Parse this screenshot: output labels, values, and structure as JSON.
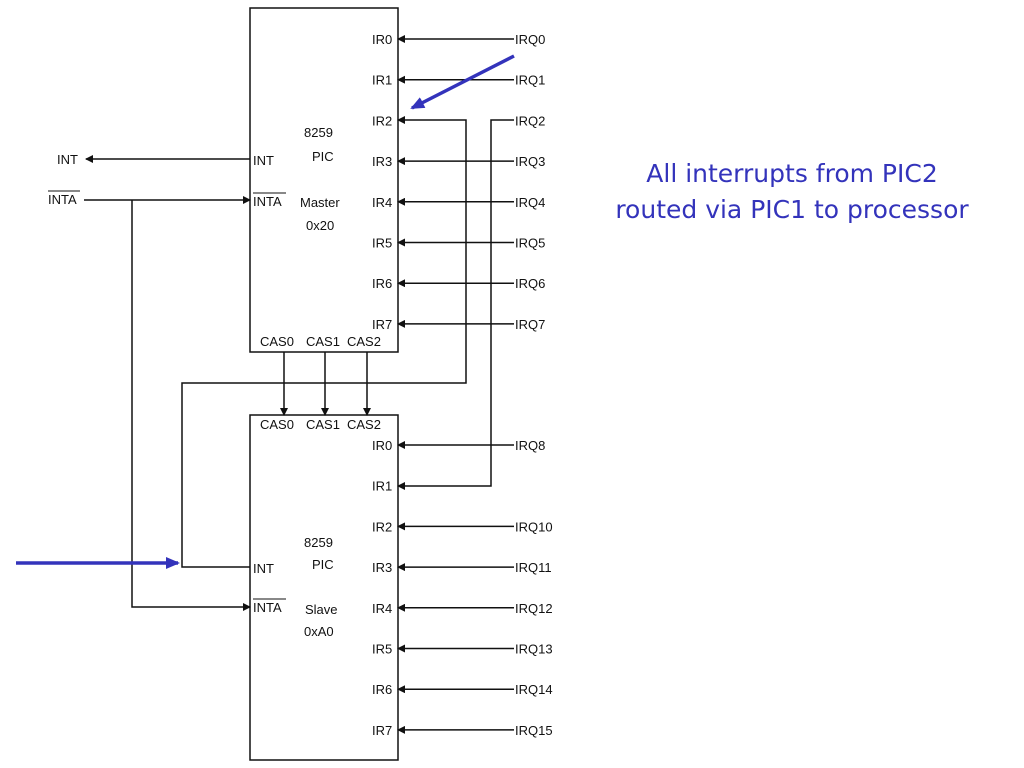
{
  "caption": {
    "line1": "All interrupts from PIC2",
    "line2": "routed via PIC1 to processor",
    "color": "#3333bb"
  },
  "cpu_signals": {
    "int": "INT",
    "inta": "INTA"
  },
  "master": {
    "chip": "8259",
    "type": "PIC",
    "role": "Master",
    "address": "0x20",
    "int_pin": "INT",
    "inta_pin": "INTA",
    "cas_pins": [
      "CAS0",
      "CAS1",
      "CAS2"
    ],
    "ir_pins": [
      "IR0",
      "IR1",
      "IR2",
      "IR3",
      "IR4",
      "IR5",
      "IR6",
      "IR7"
    ],
    "irq_lines": [
      "IRQ0",
      "IRQ1",
      "IRQ2",
      "IRQ3",
      "IRQ4",
      "IRQ5",
      "IRQ6",
      "IRQ7"
    ]
  },
  "slave": {
    "chip": "8259",
    "type": "PIC",
    "role": "Slave",
    "address": "0xA0",
    "int_pin": "INT",
    "inta_pin": "INTA",
    "cas_pins": [
      "CAS0",
      "CAS1",
      "CAS2"
    ],
    "ir_pins": [
      "IR0",
      "IR1",
      "IR2",
      "IR3",
      "IR4",
      "IR5",
      "IR6",
      "IR7"
    ],
    "irq_lines": [
      "IRQ8",
      "",
      "IRQ10",
      "IRQ11",
      "IRQ12",
      "IRQ13",
      "IRQ14",
      "IRQ15"
    ]
  },
  "colors": {
    "wire": "#111111",
    "highlight": "#3333bb"
  }
}
